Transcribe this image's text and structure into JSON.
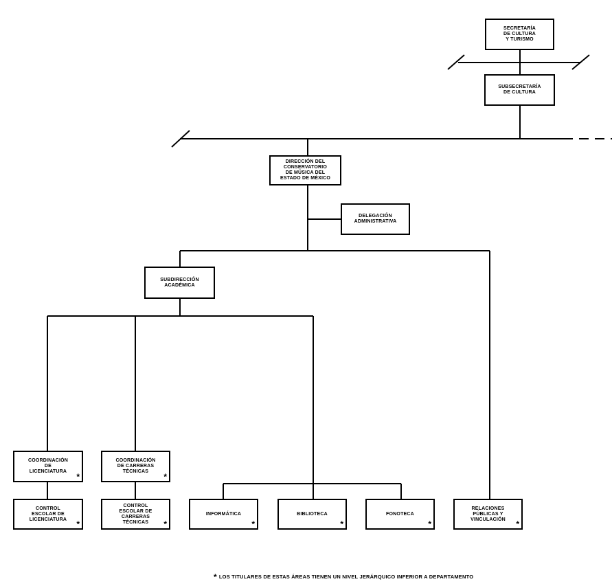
{
  "boxes": {
    "secretaria": "SECRETARÍA\nDE CULTURA\nY TURISMO",
    "subsecretaria": "SUBSECRETARÍA\nDE CULTURA",
    "direccion": "DIRECCIÓN DEL\nCONSERVATORIO\nDE MÚSICA DEL\nESTADO DE MÉXICO",
    "delegacion": "DELEGACIÓN\nADMINISTRATIVA",
    "subdireccion": "SUBDIRECCIÓN\nACADÉMICA",
    "coord_licenciatura": "COORDINACIÓN\nDE\nLICENCIATURA",
    "coord_carreras": "COORDINACIÓN\nDE CARRERAS\nTÉCNICAS",
    "control_licenciatura": "CONTROL\nESCOLAR DE\nLICENCIATURA",
    "control_carreras": "CONTROL\nESCOLAR DE\nCARRERAS\nTÉCNICAS",
    "informatica": "INFORMÁTICA",
    "biblioteca": "BIBLIOTECA",
    "fonoteca": "FONOTECA",
    "relaciones": "RELACIONES\nPÚBLICAS Y\nVINCULACIÓN"
  },
  "marker": "*",
  "footnote": "LOS TITULARES DE ESTAS ÁREAS TIENEN UN NIVEL JERÁRQUICO INFERIOR A DEPARTAMENTO"
}
